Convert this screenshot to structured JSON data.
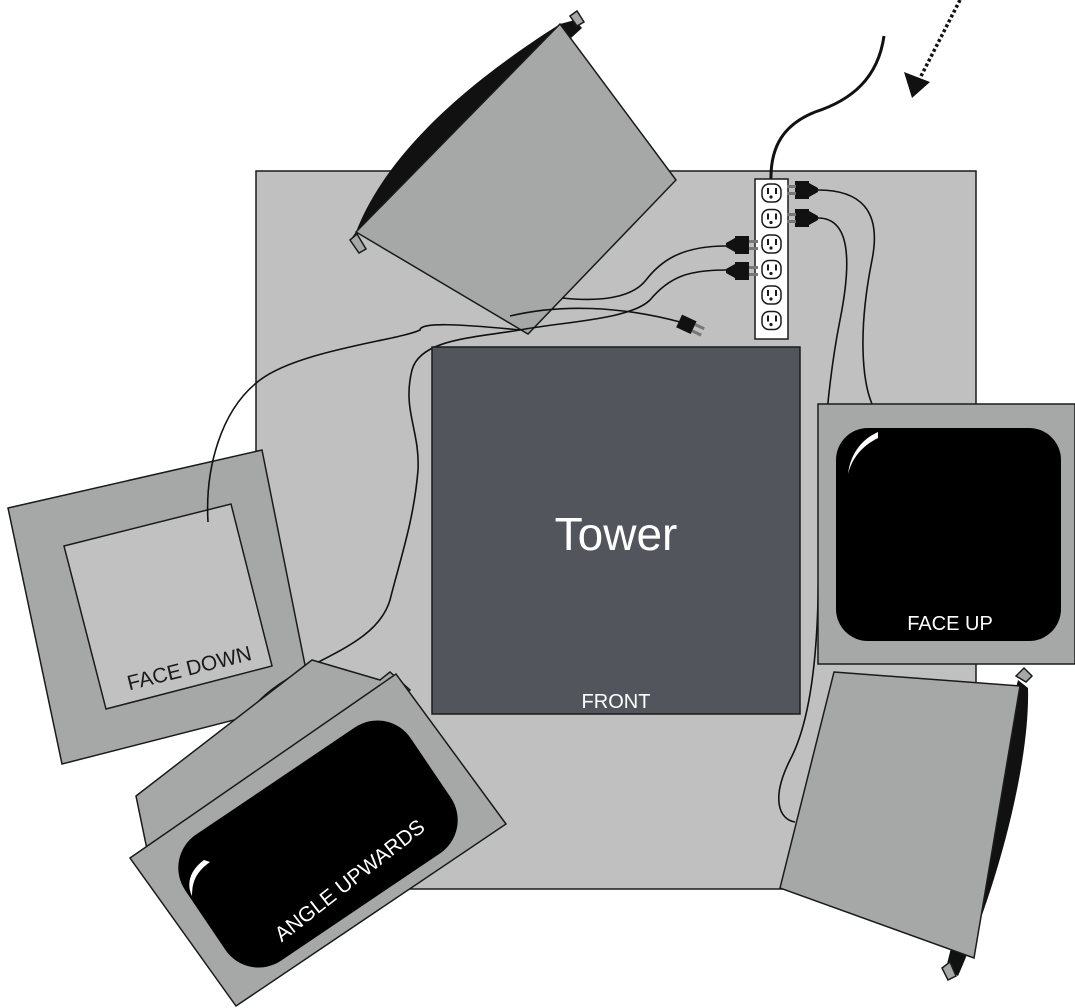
{
  "labels": {
    "tower": "Tower",
    "front": "FRONT",
    "face_up": "FACE UP",
    "face_down": "FACE DOWN",
    "angle_upwards": "ANGLE UPWARDS"
  },
  "colors": {
    "table": "#c0c0c0",
    "tower": "#52565c",
    "monitor_shell": "#a6a8a7",
    "screen": "#000000",
    "face_down_inner": "#c1c1c1",
    "outline": "#1a1a1a",
    "cable": "#111111"
  },
  "power_strip": {
    "outlet_count": 6
  }
}
